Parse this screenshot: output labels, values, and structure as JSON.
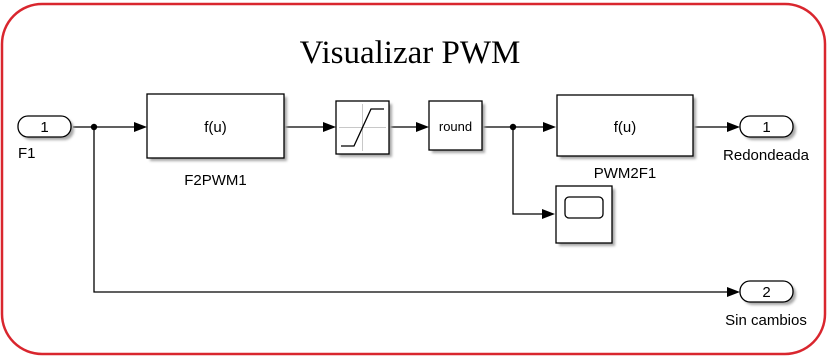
{
  "diagram": {
    "title": "Visualizar PWM",
    "colors": {
      "frame": "#d9262e",
      "line": "#000000",
      "block_fill": "#ffffff",
      "shadow": "#a8a8a8"
    },
    "inport": {
      "number": "1",
      "name": "F1"
    },
    "f2pwm": {
      "expression": "f(u)",
      "name": "F2PWM1"
    },
    "saturation": {
      "icon": "saturation-icon"
    },
    "rounding": {
      "label": "round"
    },
    "pwm2f": {
      "expression": "f(u)",
      "name": "PWM2F1"
    },
    "scope": {
      "icon": "scope-icon"
    },
    "outport_rounded": {
      "number": "1",
      "name": "Redondeada"
    },
    "outport_raw": {
      "number": "2",
      "name": "Sin cambios"
    }
  }
}
